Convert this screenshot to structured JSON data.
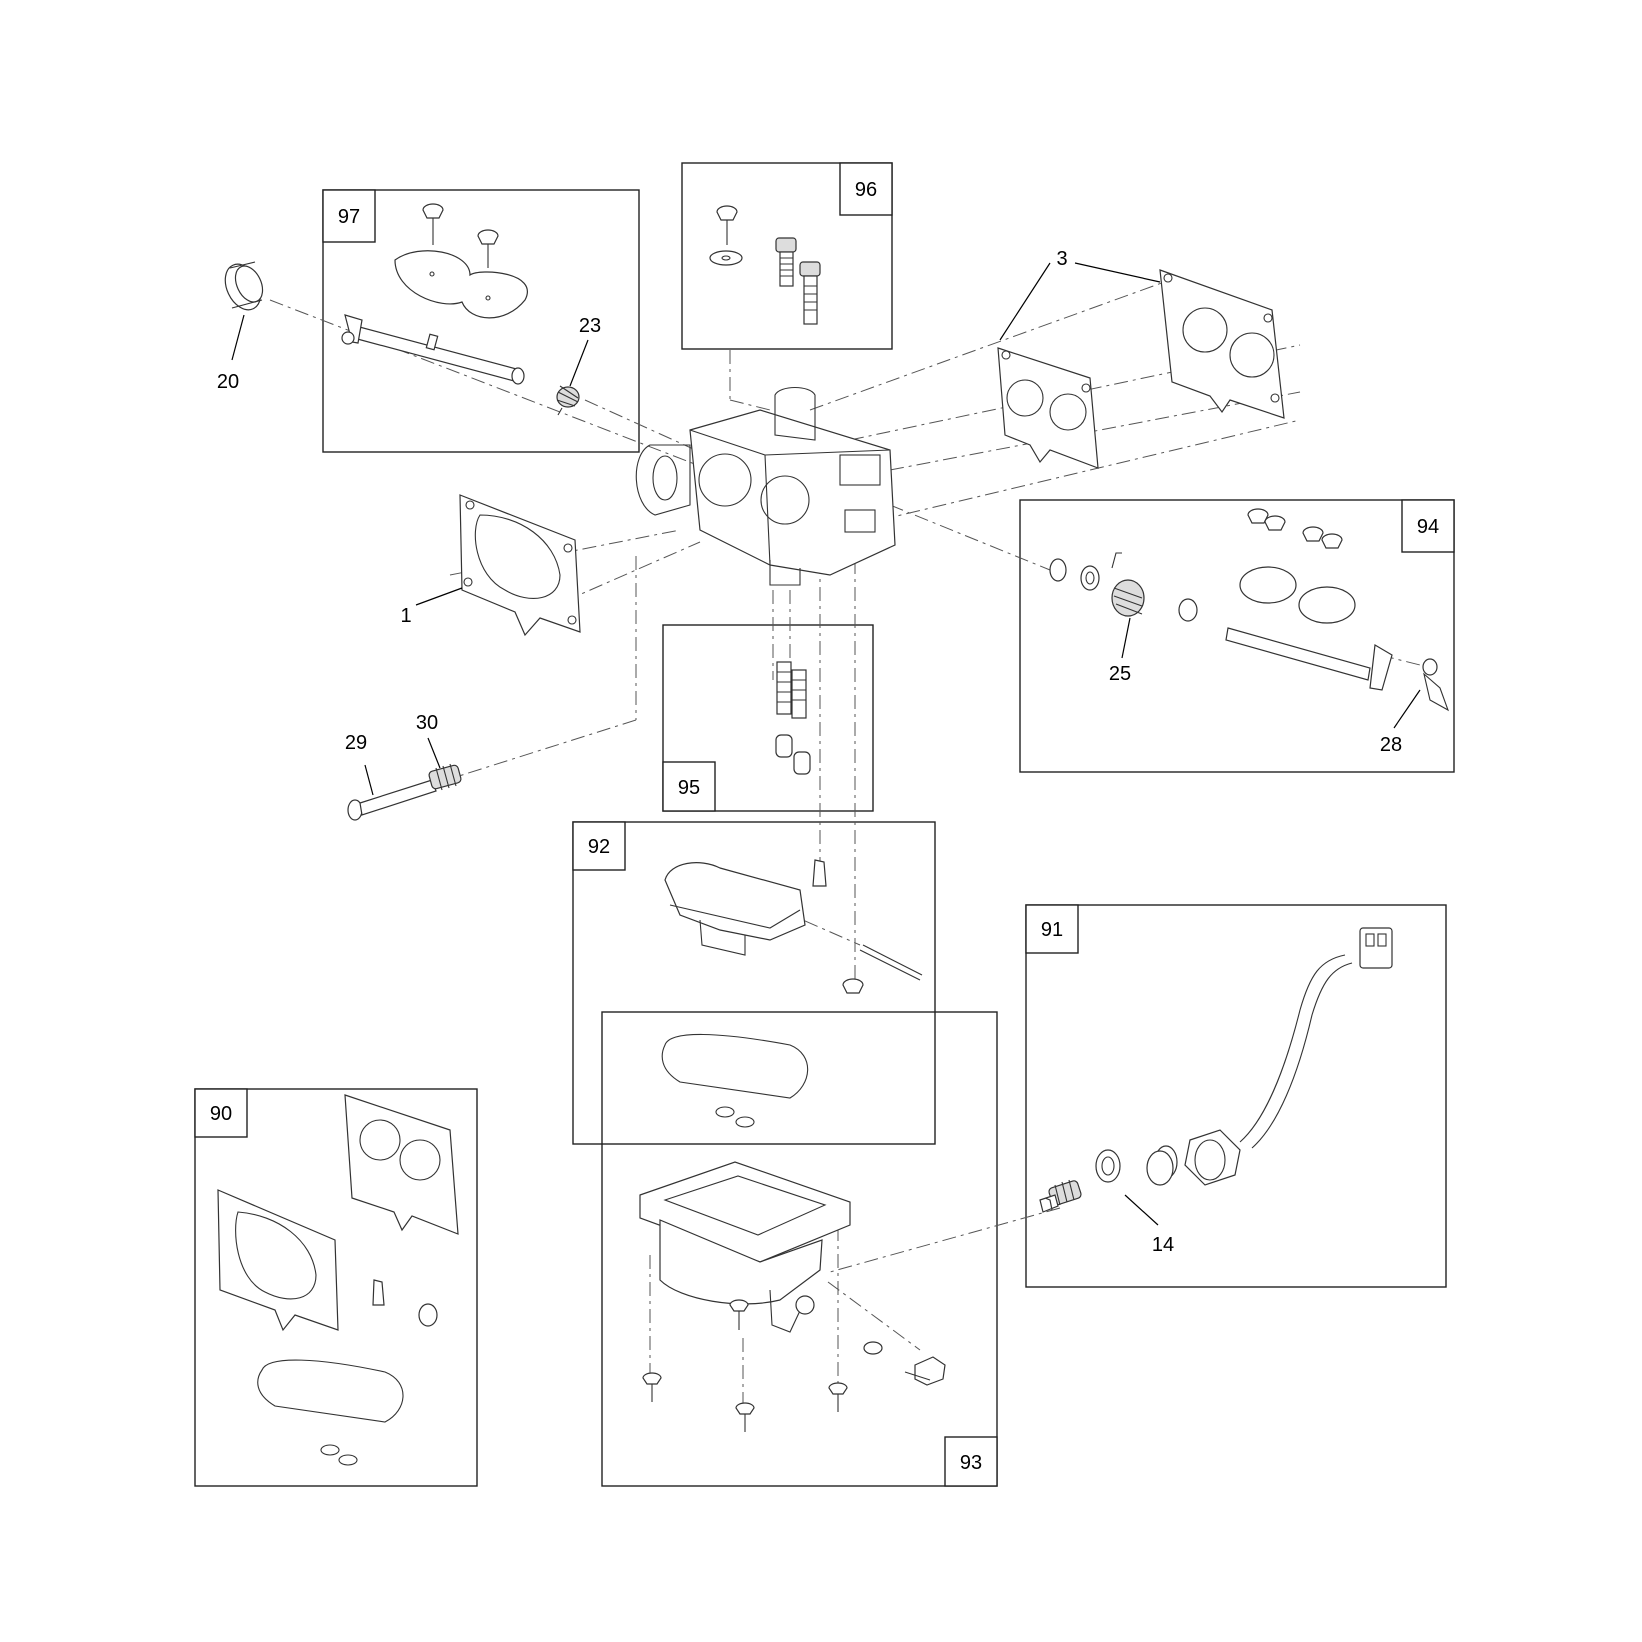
{
  "kits": [
    {
      "id": "kit-97",
      "label": "97"
    },
    {
      "id": "kit-96",
      "label": "96"
    },
    {
      "id": "kit-94",
      "label": "94"
    },
    {
      "id": "kit-95",
      "label": "95"
    },
    {
      "id": "kit-92",
      "label": "92"
    },
    {
      "id": "kit-91",
      "label": "91"
    },
    {
      "id": "kit-90",
      "label": "90"
    },
    {
      "id": "kit-93",
      "label": "93"
    }
  ],
  "callouts": [
    {
      "id": "part-20",
      "label": "20"
    },
    {
      "id": "part-23",
      "label": "23"
    },
    {
      "id": "part-3",
      "label": "3"
    },
    {
      "id": "part-1",
      "label": "1"
    },
    {
      "id": "part-25",
      "label": "25"
    },
    {
      "id": "part-28",
      "label": "28"
    },
    {
      "id": "part-29",
      "label": "29"
    },
    {
      "id": "part-30",
      "label": "30"
    },
    {
      "id": "part-14",
      "label": "14"
    }
  ]
}
